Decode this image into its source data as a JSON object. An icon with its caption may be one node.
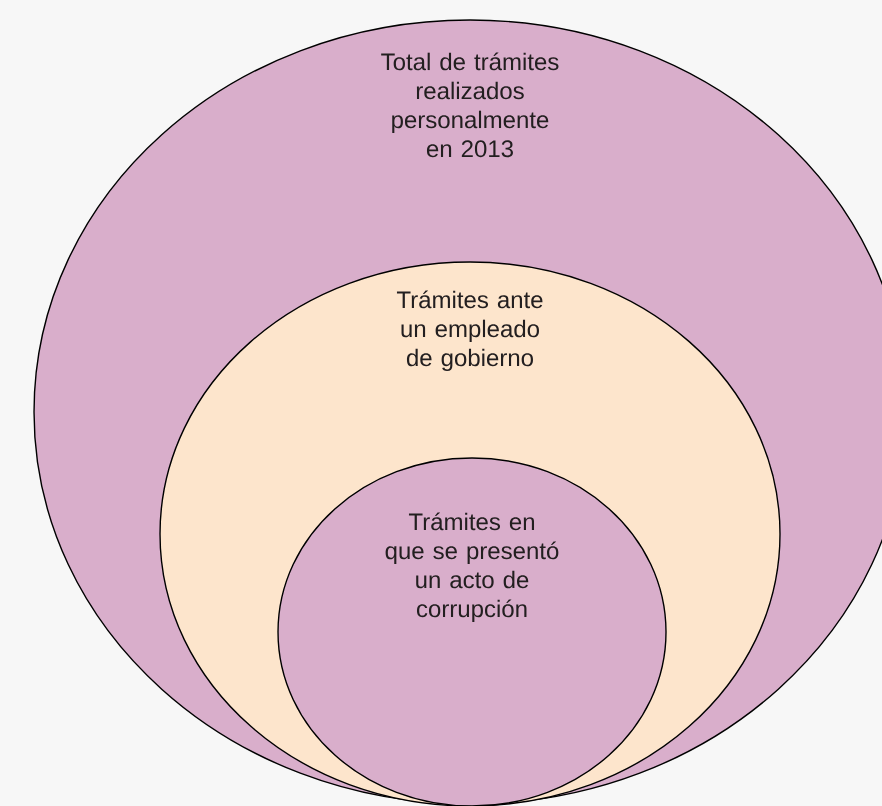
{
  "diagram": {
    "nodes": [
      {
        "text": [
          "Total de trámites realizados personalmente en 2013"
        ]
      },
      {
        "text": [
          "Trámites ante un empleado de gobierno"
        ],
        "in": 0
      },
      {
        "text": [
          "Trámites en que se presentó un acto de corrupción"
        ],
        "in": 1
      }
    ]
  }
}
